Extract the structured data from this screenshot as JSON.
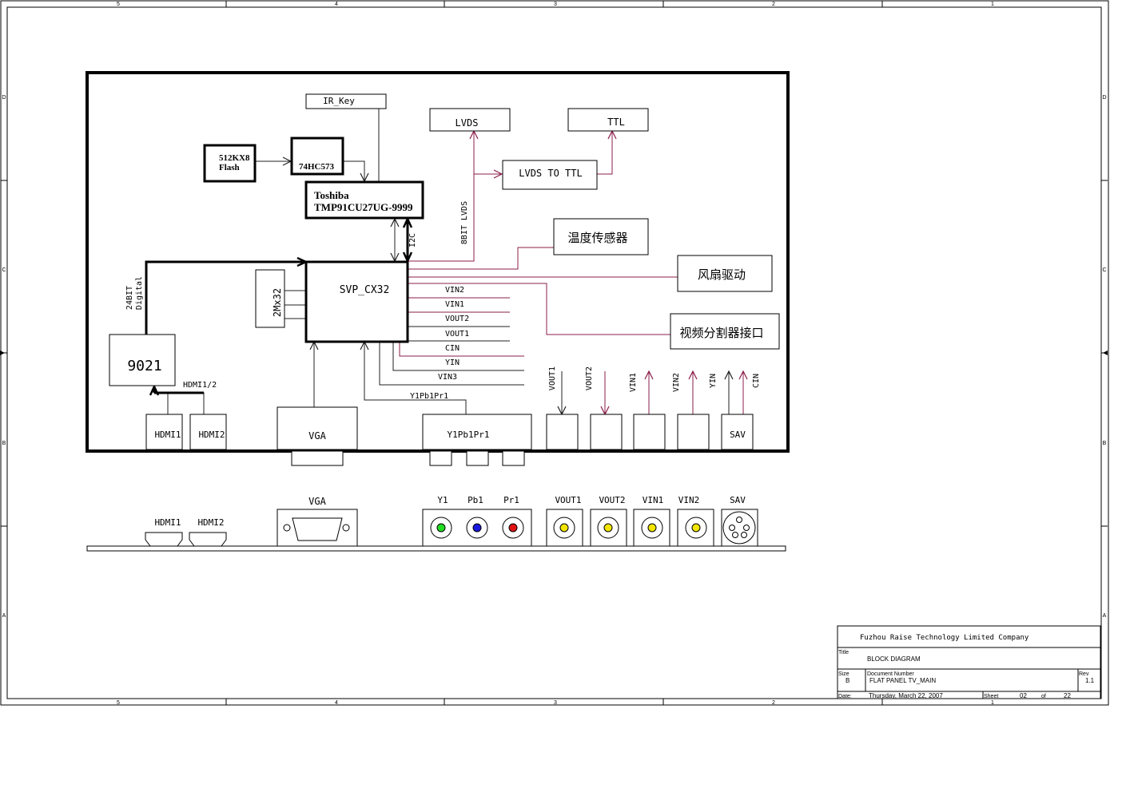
{
  "frame": {
    "columns": [
      "5",
      "4",
      "3",
      "2",
      "1"
    ],
    "rows": [
      "D",
      "C",
      "B",
      "A"
    ]
  },
  "diagram": {
    "blocks": {
      "ir_key": "IR_Key",
      "lvds": "LVDS",
      "ttl": "TTL",
      "flash_line1": "512KX8",
      "flash_line2": "Flash",
      "latch": "74HC573",
      "lvds_to_ttl": "LVDS TO TTL",
      "mcu_line1": "Toshiba",
      "mcu_line2": "TMP91CU27UG-9999",
      "temp_sensor": "温度传感器",
      "fan_driver": "风扇驱动",
      "video_splitter": "视频分割器接口",
      "svp": "SVP_CX32",
      "sdram": "2Mx32",
      "hdmi_rx": "9021",
      "hdmi1": "HDMI1",
      "hdmi2": "HDMI2",
      "vga": "VGA",
      "ypbpr": "Y1Pb1Pr1",
      "sav": "SAV"
    },
    "signals": {
      "i2c": "I2C",
      "lvds_8bit": "8BIT LVDS",
      "digital_24bit_1": "24BIT",
      "digital_24bit_2": "Digital",
      "hdmi12": "HDMI1/2",
      "vin2": "VIN2",
      "vin1": "VIN1",
      "vout2": "VOUT2",
      "vout1": "VOUT1",
      "cin": "CIN",
      "yin": "YIN",
      "vin3": "VIN3",
      "ypbpr": "Y1Pb1Pr1"
    },
    "ports": {
      "vout1": "VOUT1",
      "vout2": "VOUT2",
      "vin1": "VIN1",
      "vin2": "VIN2",
      "yin": "YIN",
      "cin": "CIN"
    },
    "colors": {
      "signal_line": "#8b1c4a",
      "y_jack": "#22dd22",
      "pb_jack": "#1a1adf",
      "pr_jack": "#e01414",
      "av_jack": "#f2e600"
    }
  },
  "panel": {
    "hdmi1": "HDMI1",
    "hdmi2": "HDMI2",
    "vga": "VGA",
    "y": "Y1",
    "pb": "Pb1",
    "pr": "Pr1",
    "vout1": "VOUT1",
    "vout2": "VOUT2",
    "vin1": "VIN1",
    "vin2": "VIN2",
    "sav": "SAV"
  },
  "title_block": {
    "company": "Fuzhou Raise Technology Limited Company",
    "title_label": "Title",
    "title": "BLOCK DIAGRAM",
    "size_label": "Size",
    "size": "B",
    "docnum_label": "Document Number",
    "docnum": "FLAT PANEL TV_MAIN",
    "rev_label": "Rev",
    "rev": "1.1",
    "date_label": "Date:",
    "date": "Thursday, March 22, 2007",
    "sheet_label": "Sheet",
    "sheet": "02",
    "of_label": "of",
    "of": "22"
  }
}
